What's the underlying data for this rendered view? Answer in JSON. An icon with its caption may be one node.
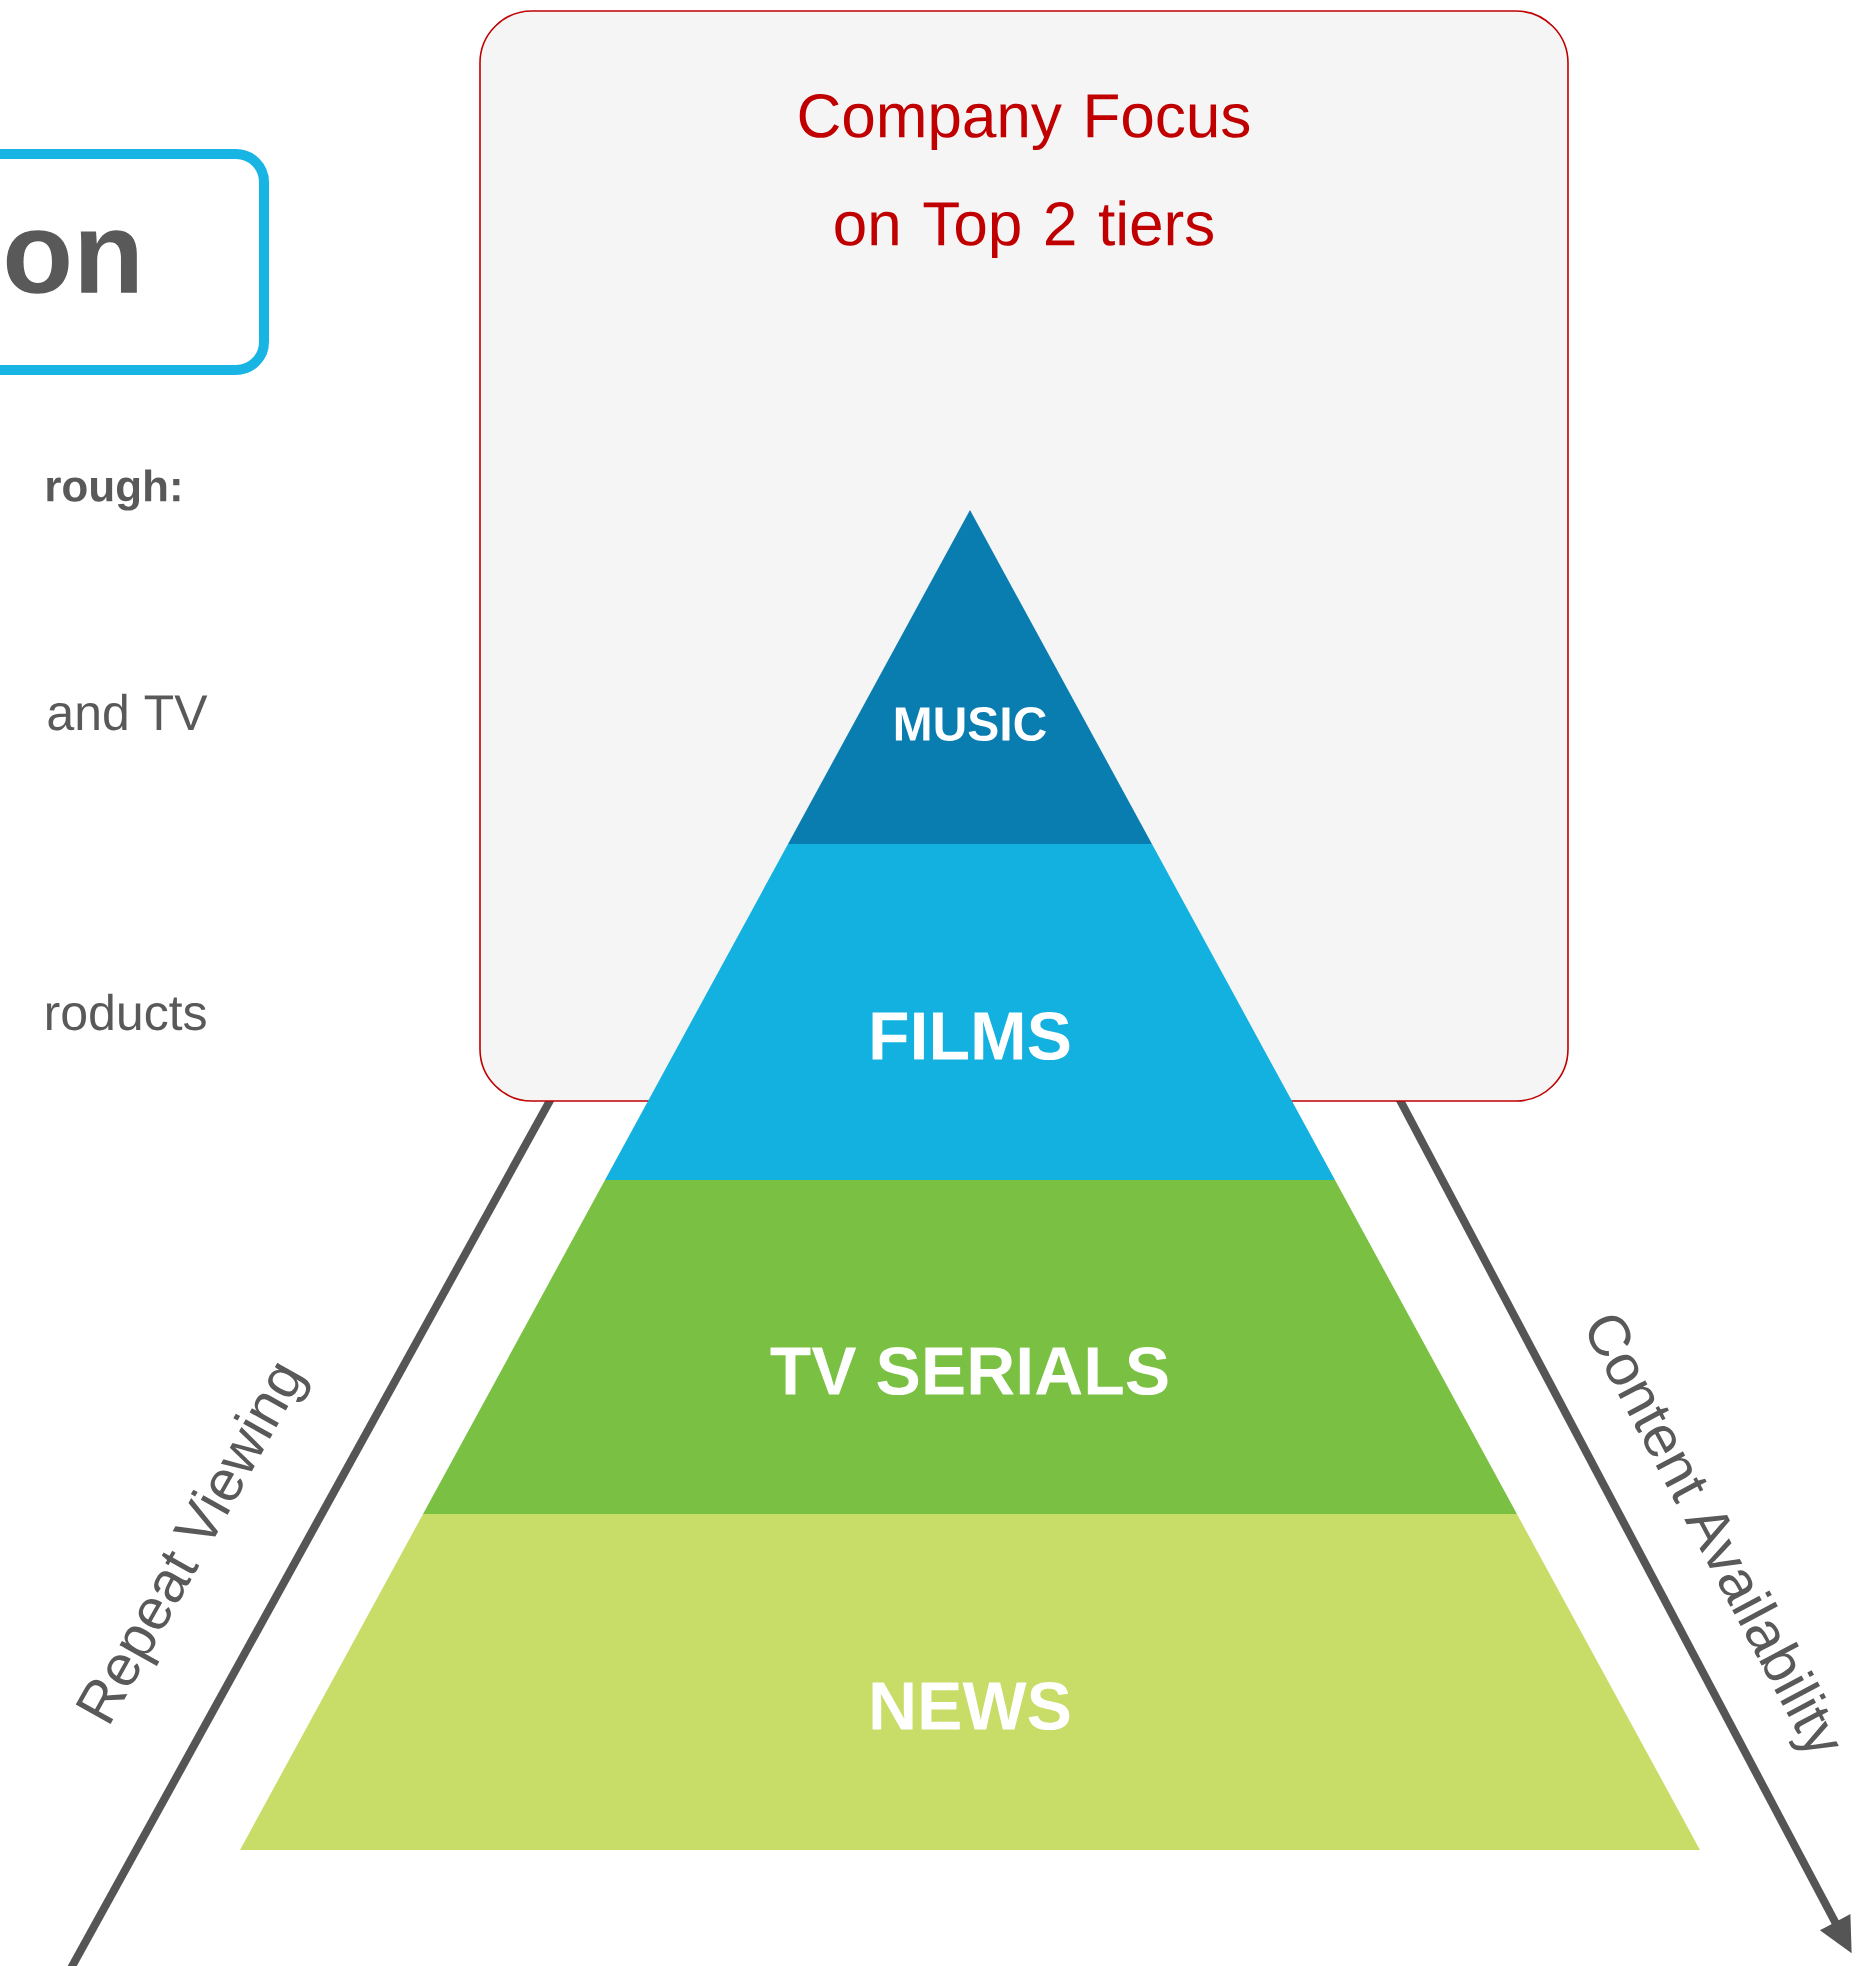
{
  "diagram": {
    "nodes": [
      {
        "text": [
          "on"
        ]
      },
      {
        "text": [
          "Company Focus on Top 2 tiers"
        ]
      },
      {
        "text": [
          "MUSIC"
        ],
        "in": 1
      },
      {
        "text": [
          "FILMS"
        ]
      },
      {
        "text": [
          "TV SERIALS"
        ]
      },
      {
        "text": [
          "NEWS"
        ]
      }
    ],
    "labels": [
      "rough:",
      "and TV",
      "roducts",
      "Repeat Viewing",
      "Content Availability"
    ]
  }
}
